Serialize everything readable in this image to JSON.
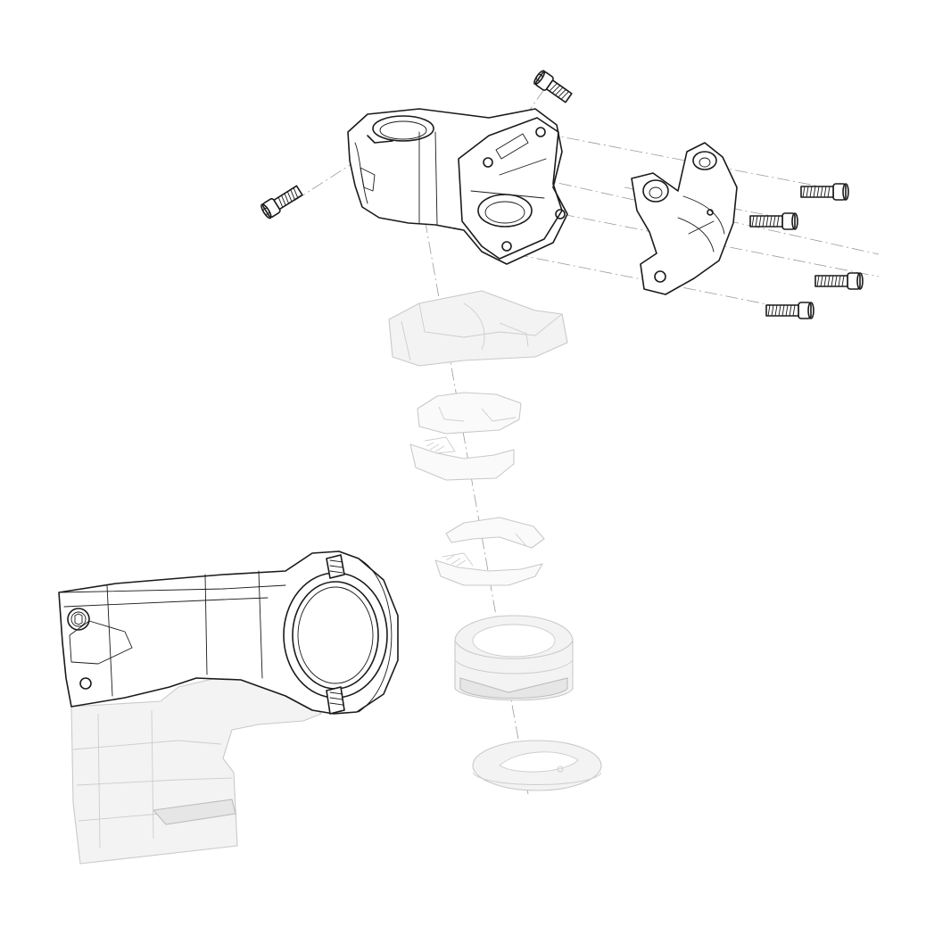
{
  "diagram": {
    "type": "exploded-assembly",
    "components": [
      {
        "id": "stem-body",
        "icon": "stem-body-icon"
      },
      {
        "id": "faceplate",
        "icon": "faceplate-icon"
      },
      {
        "id": "steerer-bolt-top",
        "icon": "bolt-icon"
      },
      {
        "id": "steerer-bolt-side",
        "icon": "bolt-icon"
      },
      {
        "id": "faceplate-bolt-1",
        "icon": "bolt-icon"
      },
      {
        "id": "faceplate-bolt-2",
        "icon": "bolt-icon"
      },
      {
        "id": "faceplate-bolt-3",
        "icon": "bolt-icon"
      },
      {
        "id": "faceplate-bolt-4",
        "icon": "bolt-icon"
      },
      {
        "id": "headset-top-cap",
        "icon": "top-cap-icon"
      },
      {
        "id": "split-ring-upper",
        "icon": "split-ring-icon"
      },
      {
        "id": "split-ring-lower",
        "icon": "split-ring-icon"
      },
      {
        "id": "headset-spacer",
        "icon": "spacer-icon"
      },
      {
        "id": "washer",
        "icon": "washer-icon"
      },
      {
        "id": "assembled-stem-view",
        "icon": "assembled-stem-icon"
      }
    ],
    "colors": {
      "ink": "#1a1a1a",
      "ghost_fill": "#f3f3f3",
      "ghost_stroke": "#c9c9c9",
      "axis": "#9a9a9a"
    }
  }
}
